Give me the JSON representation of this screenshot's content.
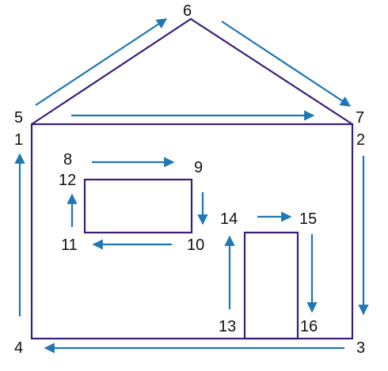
{
  "colors": {
    "outline": "#3a1f78",
    "arrow": "#1f77b4",
    "text": "#111111"
  },
  "labels": {
    "n1": "1",
    "n2": "2",
    "n3": "3",
    "n4": "4",
    "n5": "5",
    "n6": "6",
    "n7": "7",
    "n8": "8",
    "n9": "9",
    "n10": "10",
    "n11": "11",
    "n12": "12",
    "n13": "13",
    "n14": "14",
    "n15": "15",
    "n16": "16"
  }
}
